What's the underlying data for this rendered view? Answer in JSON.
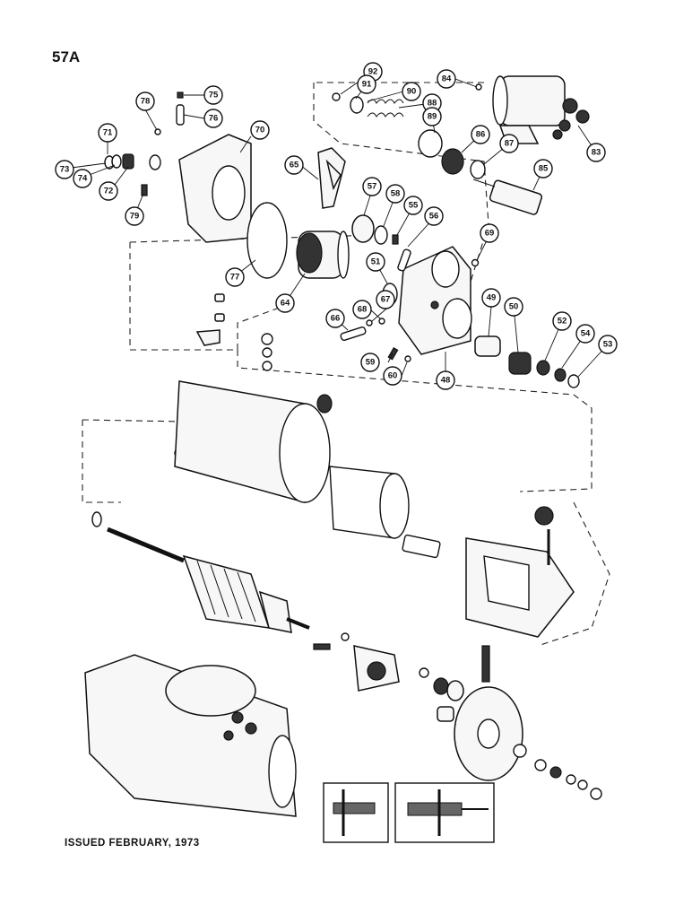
{
  "page_label": "57A",
  "issue_note": "ISSUED FEBRUARY, 1973",
  "callouts": {
    "c48": "48",
    "c49": "49",
    "c50": "50",
    "c51": "51",
    "c52": "52",
    "c53": "53",
    "c54": "54",
    "c55": "55",
    "c56": "56",
    "c57": "57",
    "c58": "58",
    "c59": "59",
    "c60": "60",
    "c64": "64",
    "c65": "65",
    "c66": "66",
    "c67": "67",
    "c68": "68",
    "c69": "69",
    "c70": "70",
    "c71": "71",
    "c72": "72",
    "c73": "73",
    "c74": "74",
    "c75": "75",
    "c76": "76",
    "c77": "77",
    "c78": "78",
    "c79": "79",
    "c83": "83",
    "c84": "84",
    "c85": "85",
    "c86": "86",
    "c87": "87",
    "c88": "88",
    "c89": "89",
    "c90": "90",
    "c91": "91",
    "c92": "92"
  }
}
